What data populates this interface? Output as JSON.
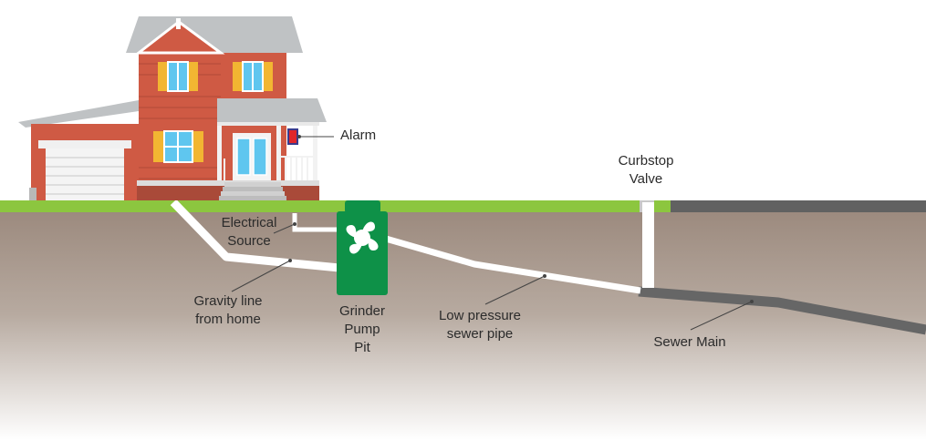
{
  "labels": {
    "alarm": "Alarm",
    "curbstop": [
      "Curbstop",
      "Valve"
    ],
    "electrical": [
      "Electrical",
      "Source"
    ],
    "gravity": [
      "Gravity line",
      "from home"
    ],
    "pump_pit": [
      "Grinder",
      "Pump",
      "Pit"
    ],
    "low_pressure": [
      "Low pressure",
      "sewer pipe"
    ],
    "sewer_main": "Sewer Main"
  },
  "colors": {
    "grass": "#8cc63f",
    "soil_top": "#9c8a7e",
    "soil_bottom": "#ffffff",
    "house_siding": "#cf5a44",
    "roof": "#bfc2c4",
    "shutter": "#f2b632",
    "window_glass": "#5fc6ef",
    "pump_green": "#0e9148",
    "alarm_red": "#e0262b",
    "pipe_white": "#ffffff",
    "sewer_main": "#666666",
    "road": "#616161"
  },
  "icons": {
    "pump": "fan-icon",
    "alarm": "alarm-box-icon"
  }
}
